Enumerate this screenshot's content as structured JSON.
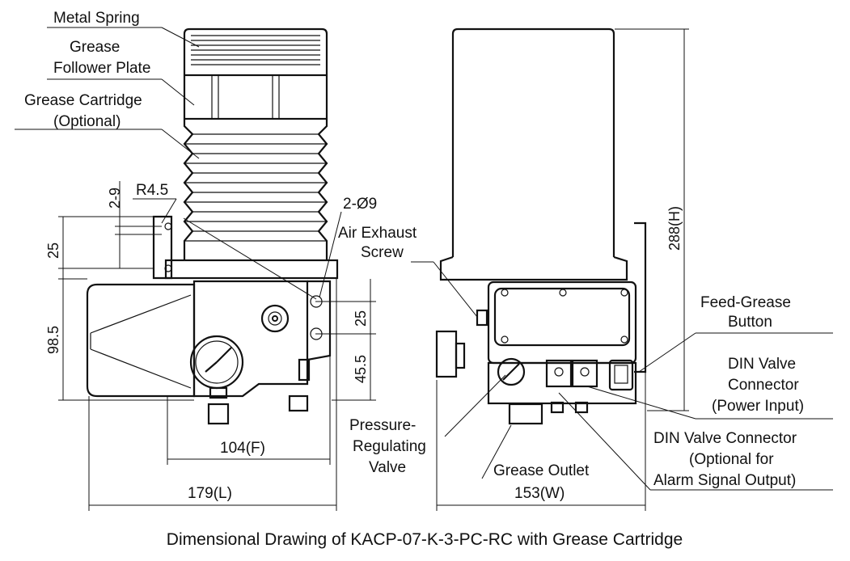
{
  "labels": {
    "metal_spring": "Metal Spring",
    "follower_plate_1": "Grease",
    "follower_plate_2": "Follower Plate",
    "cartridge_1": "Grease Cartridge",
    "cartridge_2": "(Optional)",
    "dim_2_9": "2-9",
    "r45": "R4.5",
    "holes": "2-Ø9",
    "air_exhaust_1": "Air Exhaust",
    "air_exhaust_2": "Screw",
    "dim_25_left": "25",
    "dim_98_5": "98.5",
    "dim_25_right": "25",
    "dim_45_5": "45.5",
    "dim_104": "104(F)",
    "dim_179": "179(L)",
    "pressure_1": "Pressure-",
    "pressure_2": "Regulating",
    "pressure_3": "Valve",
    "grease_outlet": "Grease Outlet",
    "dim_153": "153(W)",
    "dim_288": "288(H)",
    "feed_button_1": "Feed-Grease",
    "feed_button_2": "Button",
    "din_power_1": "DIN Valve",
    "din_power_2": "Connector",
    "din_power_3": "(Power Input)",
    "din_alarm_1": "DIN Valve Connector",
    "din_alarm_2": "(Optional for",
    "din_alarm_3": "Alarm Signal Output)"
  },
  "caption": "Dimensional Drawing of KACP-07-K-3-PC-RC with Grease Cartridge"
}
